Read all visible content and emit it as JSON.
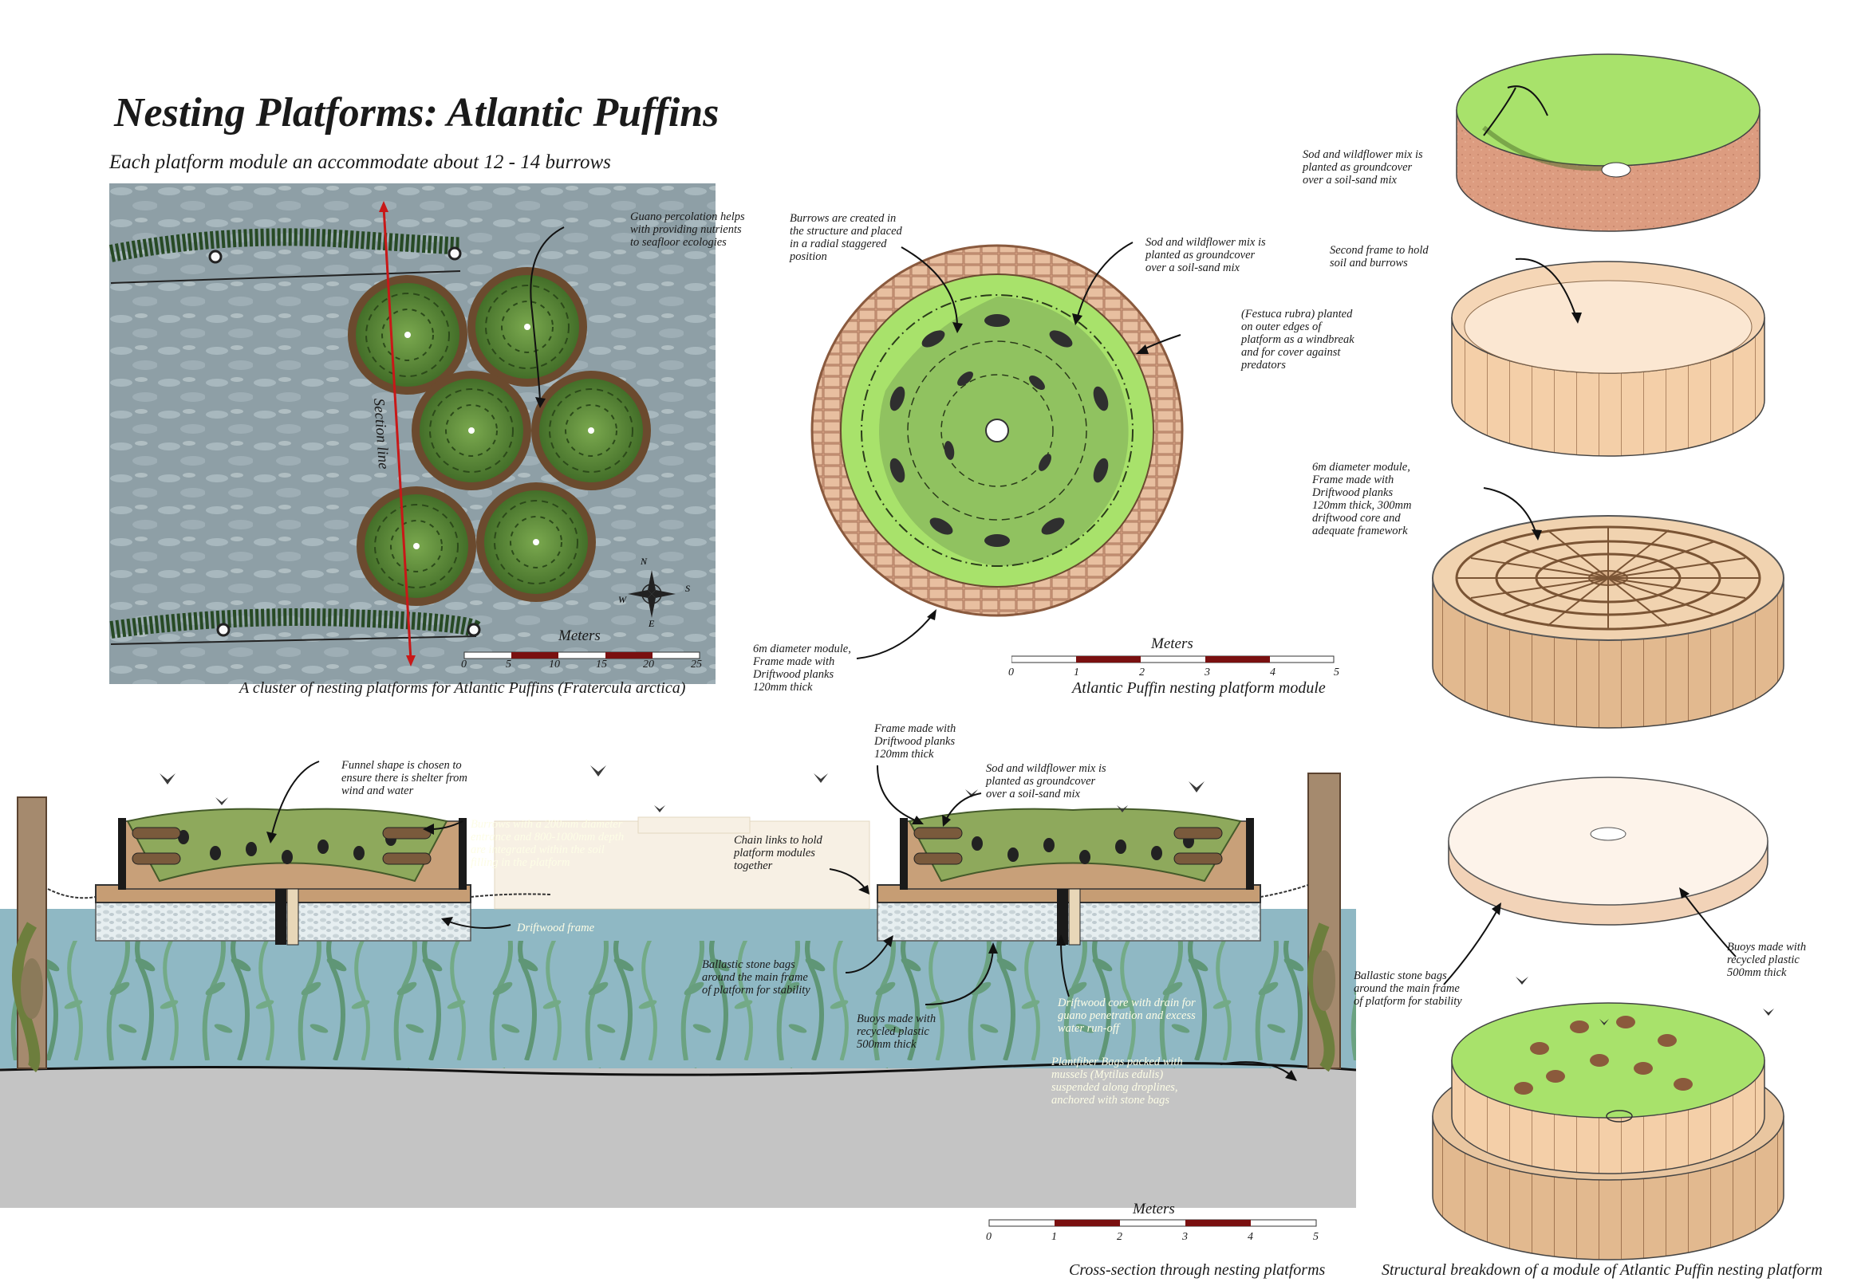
{
  "title": "Nesting Platforms: Atlantic Puffins",
  "subtitle": "Each platform module an accommodate about 12 - 14 burrows",
  "plan": {
    "caption": "A cluster of nesting platforms for Atlantic Puffins (Fratercula arctica)",
    "section_line_label": "Section line",
    "guano_note": "Guano percolation helps\nwith providing nutrients\nto seafloor ecologies",
    "scale": {
      "title": "Meters",
      "ticks": [
        "0",
        "5",
        "10",
        "15",
        "20",
        "25"
      ]
    },
    "compass": {
      "n": "N",
      "s": "S",
      "e": "E",
      "w": "W"
    }
  },
  "module": {
    "caption": "Atlantic Puffin nesting platform module",
    "burrows_note": "Burrows are created in\nthe structure and placed\nin a radial staggered\nposition",
    "sod_note": "Sod and wildflower mix is\nplanted as groundcover\nover a soil-sand mix",
    "festuca_note": "(Festuca rubra) planted\non outer edges of\nplatform as a windbreak\nand for cover against\npredators",
    "diameter_note": "6m diameter module,\nFrame made with\nDriftwood planks\n120mm thick",
    "scale": {
      "title": "Meters",
      "ticks": [
        "0",
        "1",
        "2",
        "3",
        "4",
        "5"
      ]
    }
  },
  "section": {
    "caption": "Cross-section through nesting platforms",
    "funnel_note": "Funnel shape is chosen to\nensure there is shelter from\nwind and water",
    "burrow_depth_note": "Burrows with a 200mm diameter\nentrance and 800-1000mm depth\nare integrated within the soil\nfilling in the platform",
    "driftwood_frame_note": "Driftwood frame",
    "frame_note": "Frame made with\nDriftwood planks\n120mm thick",
    "sod_note": "Sod and wildflower mix is\nplanted as groundcover\nover a soil-sand mix",
    "chain_note": "Chain links to hold\nplatform modules\ntogether",
    "ballast_note": "Ballastic stone bags\naround the main frame\nof platform for stability",
    "buoys_note": "Buoys made with\nrecycled plastic\n500mm thick",
    "core_note": "Driftwood core with drain for\nguano penetration and excess\nwater run-off",
    "plantfiber_note": "Plantfiber Bags packed with\nmussels (Mytilus edulis)\nsuspended along droplines,\nanchored with stone bags",
    "scale": {
      "title": "Meters",
      "ticks": [
        "0",
        "1",
        "2",
        "3",
        "4",
        "5"
      ]
    }
  },
  "breakdown": {
    "caption": "Structural breakdown of a module of Atlantic Puffin nesting platform",
    "sod_note": "Sod and wildflower mix is\nplanted as groundcover\nover a soil-sand mix",
    "second_frame_note": "Second frame to hold\nsoil and burrows",
    "module_note": "6m diameter module,\nFrame made with\nDriftwood planks\n120mm thick,  300mm\ndriftwood core and\nadequate framework",
    "ballast_note": "Ballastic stone bags\naround the main frame\nof platform for stability",
    "buoys_note": "Buoys made with\nrecycled plastic\n500mm thick"
  },
  "colors": {
    "grass": "#a8e26b",
    "grass_dark": "#6f9a4c",
    "water": "#8fb8c4",
    "seafloor": "#c4c4c4",
    "wood": "#e3b98c",
    "scale_red": "#7a1010"
  }
}
